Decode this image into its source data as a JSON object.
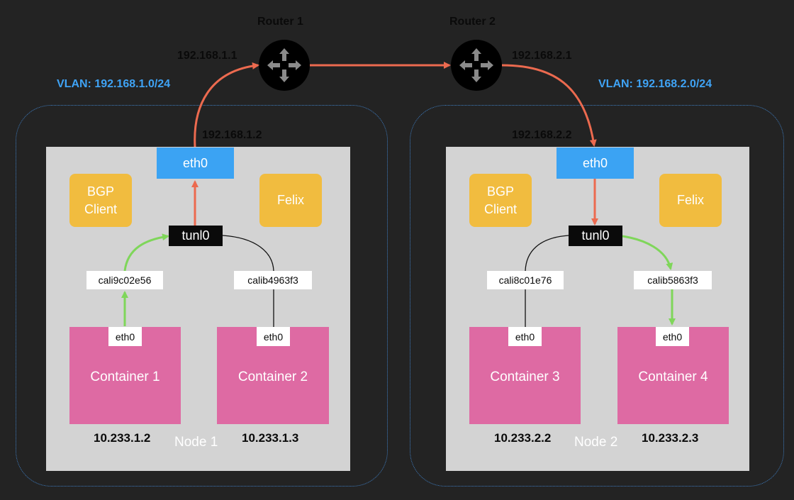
{
  "routers": [
    {
      "name": "Router 1",
      "ip": "192.168.1.1"
    },
    {
      "name": "Router 2",
      "ip": "192.168.2.1"
    }
  ],
  "nodes": [
    {
      "vlan": "VLAN: 192.168.1.0/24",
      "host_ip": "192.168.1.2",
      "eth0": "eth0",
      "bgp": "BGP\nClient",
      "felix": "Felix",
      "tunl": "tunl0",
      "label": "Node 1",
      "pods": [
        {
          "cali": "cali9c02e56",
          "eth": "eth0",
          "name": "Container 1",
          "ip": "10.233.1.2"
        },
        {
          "cali": "calib4963f3",
          "eth": "eth0",
          "name": "Container  2",
          "ip": "10.233.1.3"
        }
      ]
    },
    {
      "vlan": "VLAN: 192.168.2.0/24",
      "host_ip": "192.168.2.2",
      "eth0": "eth0",
      "bgp": "BGP\nClient",
      "felix": "Felix",
      "tunl": "tunl0",
      "label": "Node 2",
      "pods": [
        {
          "cali": "cali8c01e76",
          "eth": "eth0",
          "name": "Container 3",
          "ip": "10.233.2.2"
        },
        {
          "cali": "calib5863f3",
          "eth": "eth0",
          "name": "Container  4",
          "ip": "10.233.2.3"
        }
      ]
    }
  ],
  "colors": {
    "background": "#232323",
    "node": "#d3d3d3",
    "eth0": "#3ba3f3",
    "component": "#f1bc3f",
    "container": "#de6aa3",
    "tunnel": "#0a0a0a",
    "route_arrow": "#ec6a4f",
    "veth_arrow": "#7fd65a",
    "vlan_label": "#3fa3f5",
    "vlan_border": "#3f7fc4"
  }
}
